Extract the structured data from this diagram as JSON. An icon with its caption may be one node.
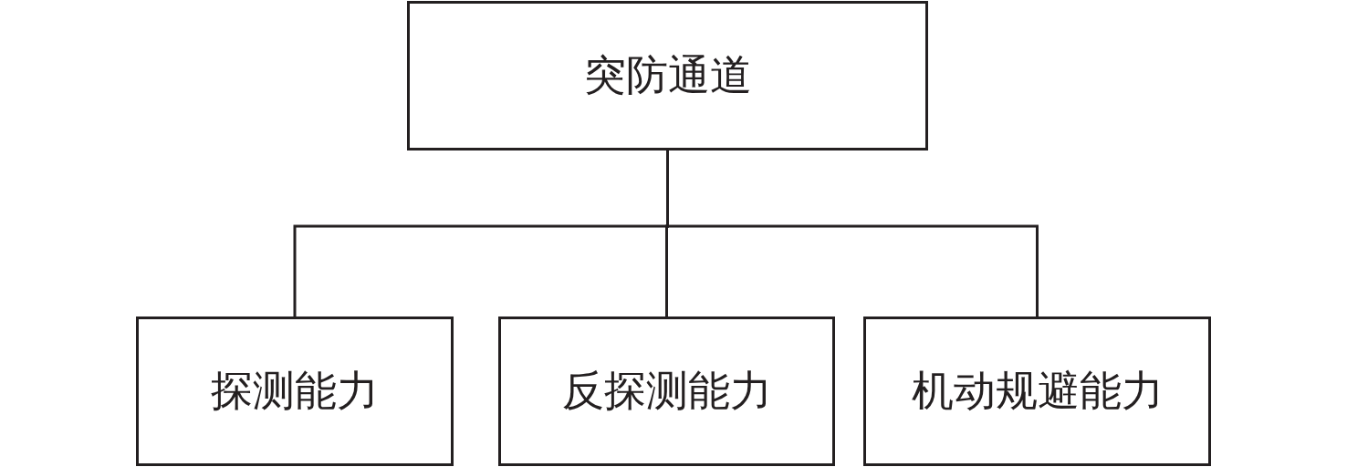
{
  "diagram": {
    "nodes": [
      {
        "text": [
          "突防通道"
        ]
      },
      {
        "text": [
          "探测能力"
        ]
      },
      {
        "text": [
          "反探测能力"
        ]
      },
      {
        "text": [
          "机动规避能力"
        ]
      }
    ],
    "edges": [
      {
        "from": 0,
        "to": 1,
        "arrow": "none"
      },
      {
        "from": 0,
        "to": 2,
        "arrow": "none"
      },
      {
        "from": 0,
        "to": 3,
        "arrow": "none"
      }
    ]
  }
}
